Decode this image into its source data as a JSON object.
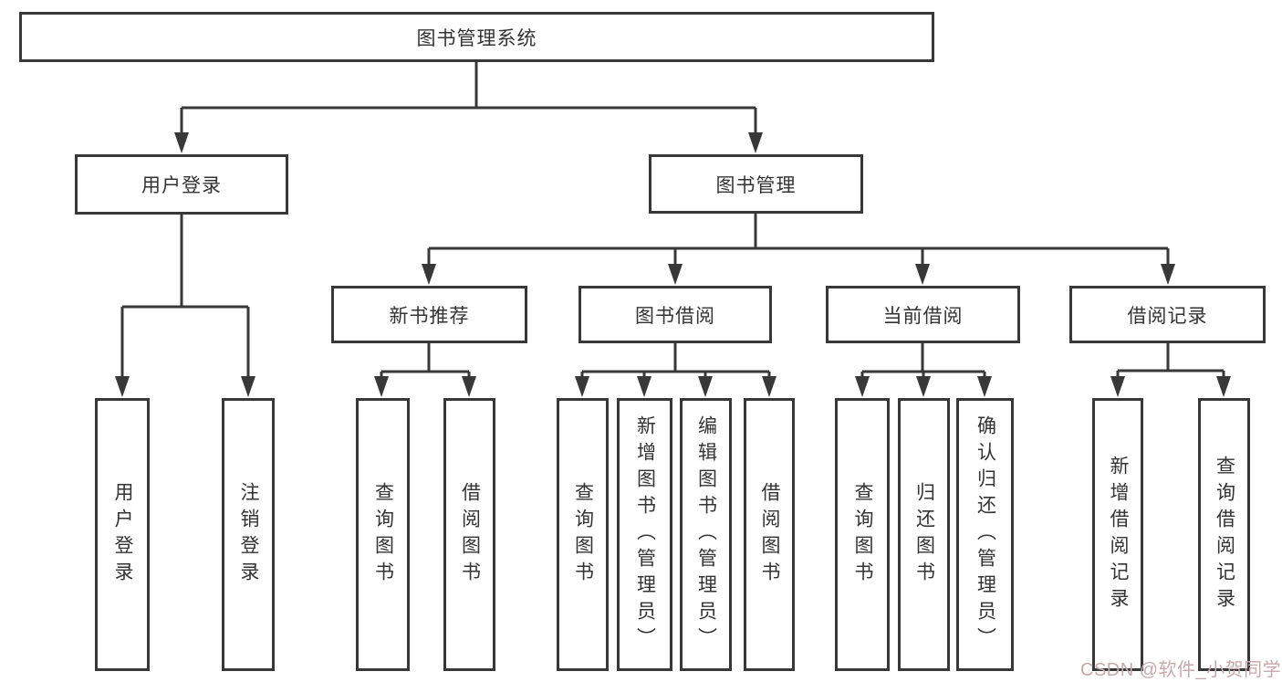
{
  "diagram_type": "functional-structure-tree",
  "colors": {
    "line": "#383838",
    "box_border": "#383838",
    "box_background": "#ffffff",
    "text": "#333333",
    "watermark": "#c7a9a9"
  },
  "tree": {
    "root": {
      "label": "图书管理系统",
      "children": [
        {
          "label": "用户登录",
          "children": [
            {
              "label": "用户登录"
            },
            {
              "label": "注销登录"
            }
          ]
        },
        {
          "label": "图书管理",
          "children": [
            {
              "label": "新书推荐",
              "children": [
                {
                  "label": "查询图书"
                },
                {
                  "label": "借阅图书"
                }
              ]
            },
            {
              "label": "图书借阅",
              "children": [
                {
                  "label": "查询图书"
                },
                {
                  "label": "新增图书（管理员）"
                },
                {
                  "label": "编辑图书（管理员）"
                },
                {
                  "label": "借阅图书"
                }
              ]
            },
            {
              "label": "当前借阅",
              "children": [
                {
                  "label": "查询图书"
                },
                {
                  "label": "归还图书"
                },
                {
                  "label": "确认归还（管理员）"
                }
              ]
            },
            {
              "label": "借阅记录",
              "children": [
                {
                  "label": "新增借阅记录"
                },
                {
                  "label": "查询借阅记录"
                }
              ]
            }
          ]
        }
      ]
    }
  },
  "watermark": {
    "text": "CSDN @软件_小贺同学"
  }
}
